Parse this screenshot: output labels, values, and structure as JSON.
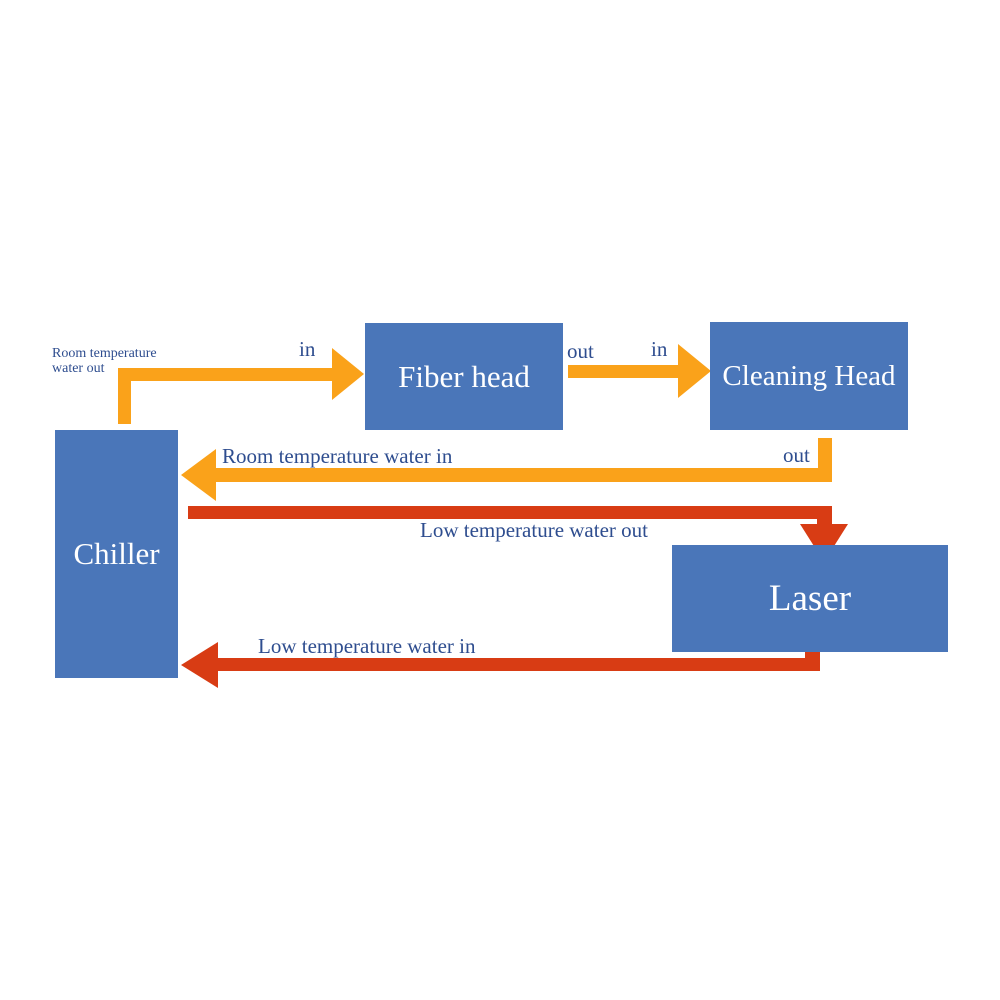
{
  "colors": {
    "box_fill": "#4a76b9",
    "box_text": "#ffffff",
    "warm_flow": "#faa21a",
    "cold_flow": "#d83c14",
    "label_text": "#2e4d8f",
    "background": "#ffffff"
  },
  "boxes": {
    "chiller": {
      "label": "Chiller"
    },
    "fiber_head": {
      "label": "Fiber head"
    },
    "cleaning_head": {
      "label": "Cleaning Head"
    },
    "laser": {
      "label": "Laser"
    }
  },
  "port_labels": {
    "fiber_in": "in",
    "fiber_out": "out",
    "cleaning_in": "in",
    "cleaning_out": "out"
  },
  "flow_labels": {
    "room_temp_water_out_line1": "Room temperature",
    "room_temp_water_out_line2": "water out",
    "room_temp_water_in": "Room temperature water in",
    "low_temp_water_out": "Low temperature water out",
    "low_temp_water_in": "Low temperature water in"
  }
}
